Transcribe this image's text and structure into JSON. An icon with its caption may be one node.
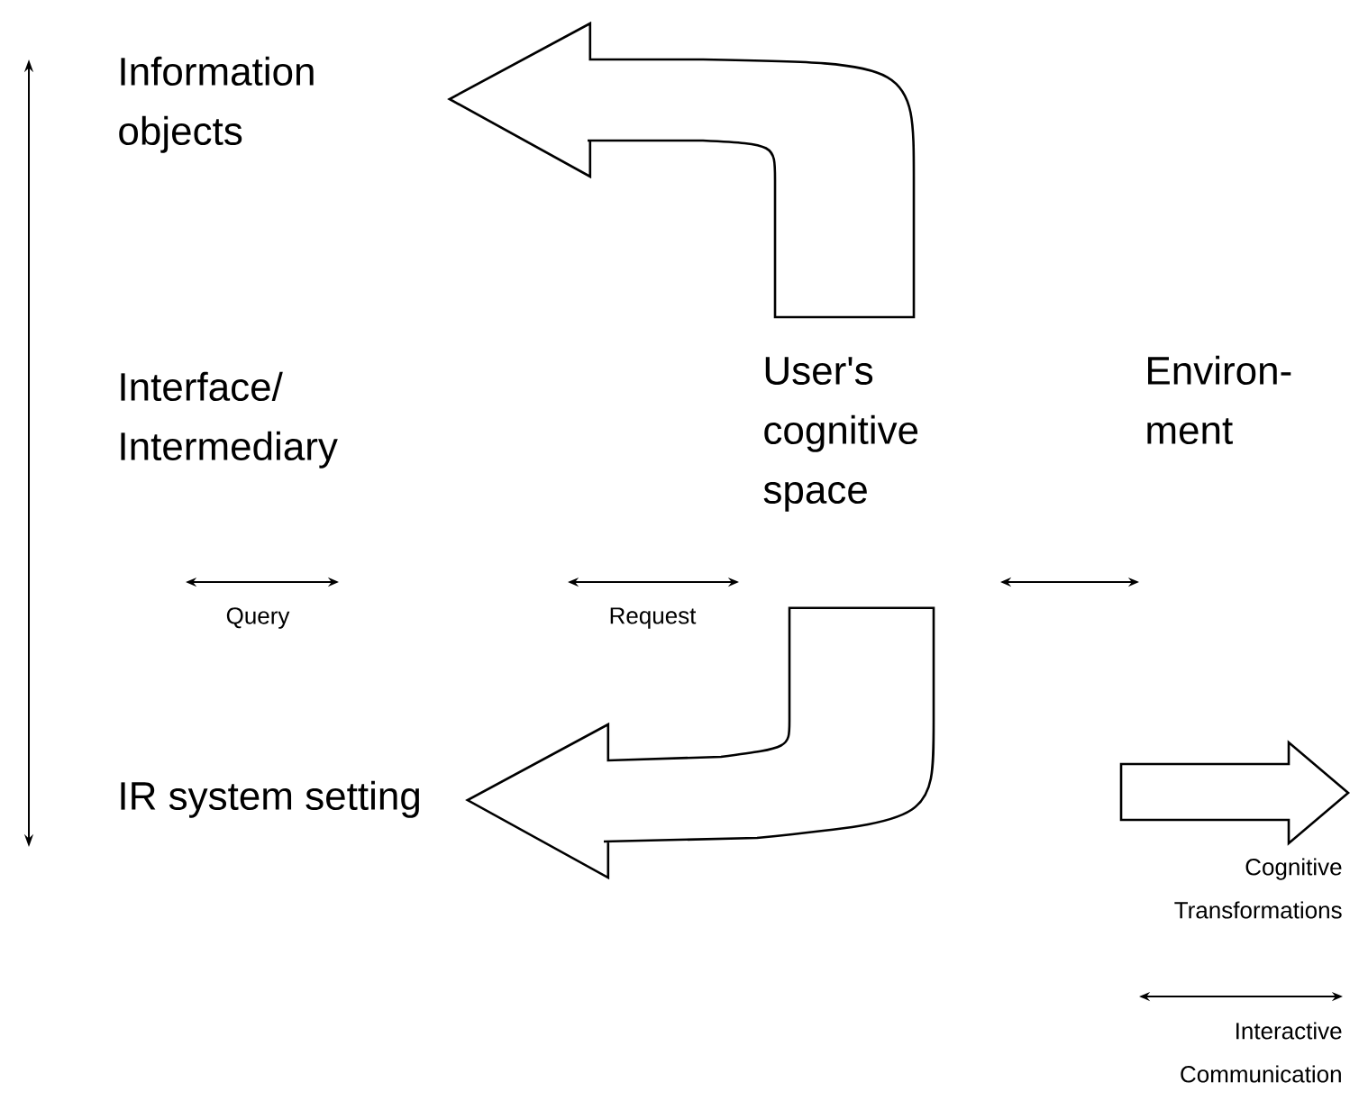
{
  "diagram": {
    "nodes": [
      {
        "text": [
          "Information objects"
        ]
      },
      {
        "text": [
          "Interface/ Intermediary"
        ]
      },
      {
        "text": [
          "User's cognitive space"
        ]
      },
      {
        "text": [
          "Environ- ment"
        ]
      },
      {
        "text": [
          "IR system setting"
        ]
      }
    ],
    "edges": [
      {
        "from": 2,
        "to": 0,
        "arrow": "to",
        "style": "thick"
      },
      {
        "from": 2,
        "to": 4,
        "arrow": "to",
        "style": "thick"
      }
    ],
    "labels": [
      "Query",
      "Request"
    ],
    "legend": [
      {
        "text": "Cognitive Transformations"
      },
      {
        "text": "Interactive Communication"
      }
    ]
  }
}
